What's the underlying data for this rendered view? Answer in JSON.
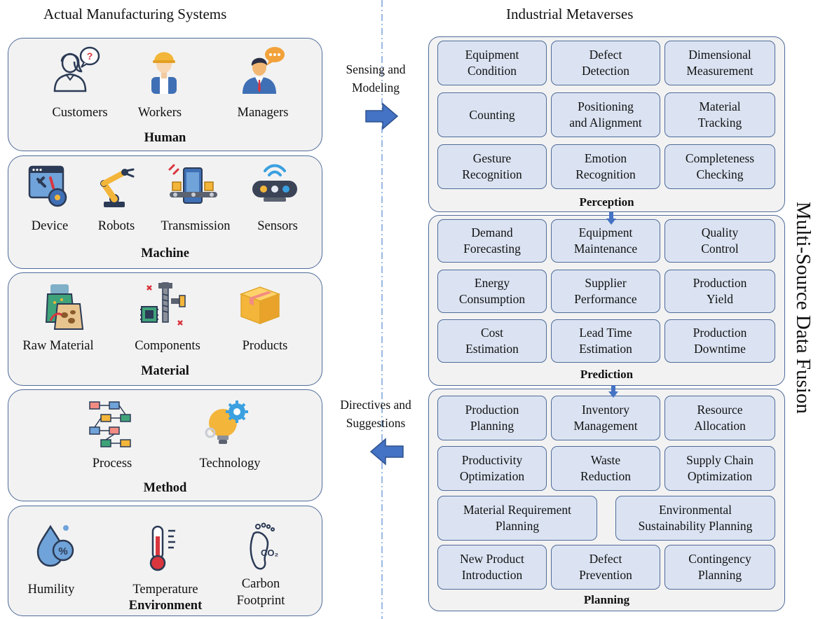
{
  "left_title": "Actual Manufacturing Systems",
  "right_title": "Industrial Metaverses",
  "side_label": "Multi-Source Data Fusion",
  "arrow_right_label": "Sensing and\nModeling",
  "arrow_left_label": "Directives and\nSuggestions",
  "human": {
    "title": "Human",
    "items": [
      "Customers",
      "Workers",
      "Managers"
    ]
  },
  "machine": {
    "title": "Machine",
    "items": [
      "Device",
      "Robots",
      "Transmission",
      "Sensors"
    ]
  },
  "material": {
    "title": "Material",
    "items": [
      "Raw Material",
      "Components",
      "Products"
    ]
  },
  "method": {
    "title": "Method",
    "items": [
      "Process",
      "Technology"
    ]
  },
  "environment": {
    "title": "Environment",
    "items": [
      "Humility",
      "Temperature",
      "Carbon\nFootprint"
    ]
  },
  "perception": {
    "title": "Perception",
    "tiles": [
      "Equipment\nCondition",
      "Defect\nDetection",
      "Dimensional\nMeasurement",
      "Counting",
      "Positioning\nand Alignment",
      "Material\nTracking",
      "Gesture\nRecognition",
      "Emotion\nRecognition",
      "Completeness\nChecking"
    ]
  },
  "prediction": {
    "title": "Prediction",
    "tiles": [
      "Demand\nForecasting",
      "Equipment\nMaintenance",
      "Quality\nControl",
      "Energy\nConsumption",
      "Supplier\nPerformance",
      "Production\nYield",
      "Cost\nEstimation",
      "Lead Time\nEstimation",
      "Production\nDowntime"
    ]
  },
  "planning": {
    "title": "Planning",
    "tiles": [
      "Production\nPlanning",
      "Inventory\nManagement",
      "Resource\nAllocation",
      "Productivity\nOptimization",
      "Waste\nReduction",
      "Supply Chain\nOptimization",
      "Material Requirement\nPlanning",
      "Environmental\nSustainability Planning",
      "New Product\nIntroduction",
      "Defect\nPrevention",
      "Contingency\nPlanning"
    ]
  },
  "colors": {
    "panel_fill": "#f2f2f2",
    "panel_border": "#4f6b99",
    "tile_fill": "#dbe3f2",
    "arrow": "#4472c4"
  }
}
